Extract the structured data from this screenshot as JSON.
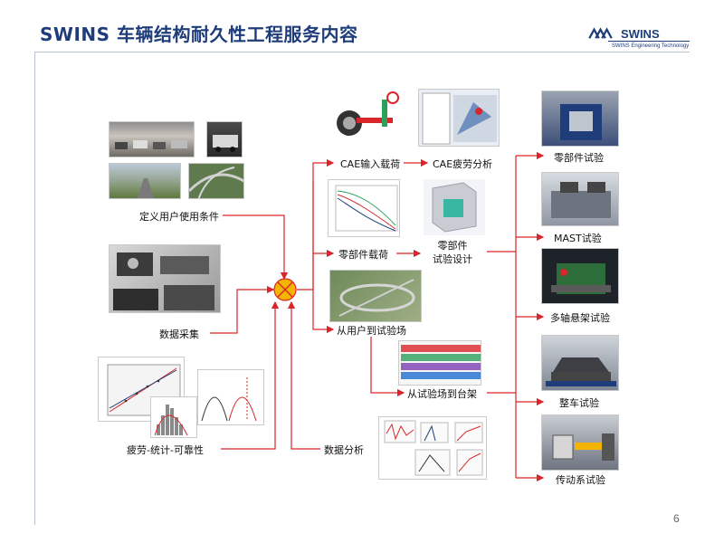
{
  "title": "SWINS 车辆结构耐久性工程服务内容",
  "logo": {
    "brand": "SWINS",
    "tagline": "SWINS Engineering Technology"
  },
  "page_number": "6",
  "labels": {
    "user_conditions": "定义用户使用条件",
    "data_acquisition": "数据采集",
    "fatigue_stats": "疲劳-统计-可靠性",
    "data_analysis": "数据分析",
    "cae_input_load": "CAE输入载荷",
    "cae_fatigue": "CAE疲劳分析",
    "component_load": "零部件载荷",
    "component_test_design_1": "零部件",
    "component_test_design_2": "试验设计",
    "user_to_proving_ground": "从用户到试验场",
    "proving_ground_to_rig": "从试验场到台架",
    "component_test": "零部件试验",
    "mast_test": "MAST试验",
    "multi_axis_test": "多轴悬架试验",
    "full_vehicle_test": "整车试验",
    "driveline_test": "传动系试验"
  },
  "colors": {
    "title": "#1f3d7a",
    "arrow": "#d9262b",
    "node": "#f5b400"
  }
}
